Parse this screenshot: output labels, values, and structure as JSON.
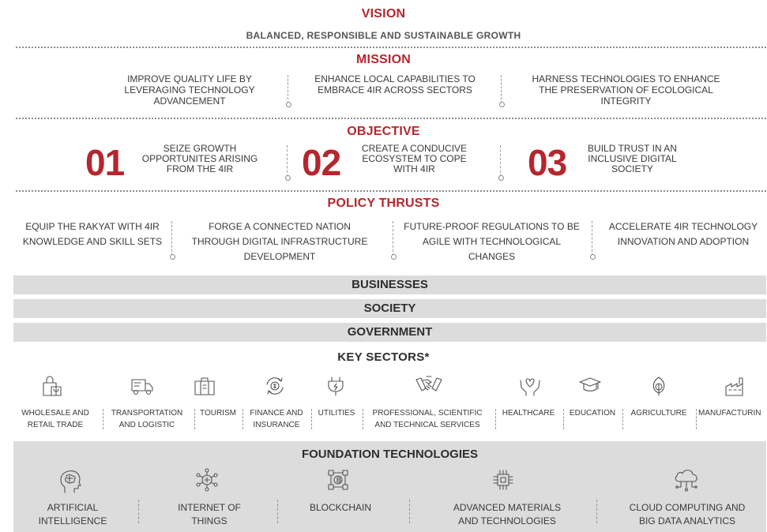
{
  "vision": {
    "heading": "VISION",
    "statement": "BALANCED, RESPONSIBLE AND SUSTAINABLE GROWTH"
  },
  "mission": {
    "heading": "MISSION",
    "items": [
      "IMPROVE QUALITY LIFE BY LEVERAGING TECHNOLOGY ADVANCEMENT",
      "ENHANCE LOCAL CAPABILITIES TO EMBRACE 4IR ACROSS SECTORS",
      "HARNESS TECHNOLOGIES TO ENHANCE THE PRESERVATION OF ECOLOGICAL INTEGRITY"
    ]
  },
  "objective": {
    "heading": "OBJECTIVE",
    "items": [
      {
        "number": "01",
        "text": "SEIZE GROWTH OPPORTUNITES ARISING FROM THE 4IR"
      },
      {
        "number": "02",
        "text": "CREATE A CONDUCIVE ECOSYSTEM TO COPE WITH 4IR"
      },
      {
        "number": "03",
        "text": "BUILD TRUST IN AN INCLUSIVE DIGITAL SOCIETY"
      }
    ]
  },
  "policy_thrusts": {
    "heading": "POLICY THRUSTS",
    "items": [
      "EQUIP THE RAKYAT WITH 4IR KNOWLEDGE AND SKILL SETS",
      "FORGE A CONNECTED NATION THROUGH DIGITAL INFRASTRUCTURE DEVELOPMENT",
      "FUTURE-PROOF REGULATIONS TO BE AGILE WITH TECHNOLOGICAL CHANGES",
      "ACCELERATE 4IR TECHNOLOGY INNOVATION AND ADOPTION"
    ]
  },
  "bands": [
    "BUSINESSES",
    "SOCIETY",
    "GOVERNMENT"
  ],
  "key_sectors": {
    "heading": "KEY SECTORS*",
    "items": [
      {
        "label_lines": [
          "WHOLESALE AND",
          "RETAIL TRADE"
        ],
        "icon": "shopping-bag-icon"
      },
      {
        "label_lines": [
          "TRANSPORTATION",
          "AND LOGISTIC"
        ],
        "icon": "truck-icon"
      },
      {
        "label_lines": [
          "TOURISM"
        ],
        "icon": "luggage-icon"
      },
      {
        "label_lines": [
          "FINANCE AND",
          "INSURANCE"
        ],
        "icon": "dollar-cycle-icon"
      },
      {
        "label_lines": [
          "UTILITIES"
        ],
        "icon": "power-plug-icon"
      },
      {
        "label_lines": [
          "PROFESSIONAL, SCIENTIFIC",
          "AND TECHNICAL SERVICES"
        ],
        "icon": "handshake-icon"
      },
      {
        "label_lines": [
          "HEALTHCARE"
        ],
        "icon": "heart-hands-icon"
      },
      {
        "label_lines": [
          "EDUCATION"
        ],
        "icon": "graduation-cap-icon"
      },
      {
        "label_lines": [
          "AGRICULTURE"
        ],
        "icon": "leaf-icon"
      },
      {
        "label_lines": [
          "MANUFACTURIN"
        ],
        "icon": "factory-icon"
      }
    ]
  },
  "foundation_technologies": {
    "heading": "FOUNDATION TECHNOLOGIES",
    "items": [
      {
        "label_lines": [
          "ARTIFICIAL",
          "INTELLIGENCE"
        ],
        "icon": "brain-head-icon"
      },
      {
        "label_lines": [
          "INTERNET OF",
          "THINGS"
        ],
        "icon": "iot-network-icon"
      },
      {
        "label_lines": [
          "BLOCKCHAIN"
        ],
        "icon": "blockchain-icon"
      },
      {
        "label_lines": [
          "ADVANCED MATERIALS",
          "AND TECHNOLOGIES"
        ],
        "icon": "chip-icon"
      },
      {
        "label_lines": [
          "CLOUD COMPUTING AND",
          "BIG DATA ANALYTICS"
        ],
        "icon": "cloud-icon"
      }
    ]
  },
  "colors": {
    "accent": "#b5262e",
    "band": "#dcdcdc",
    "text": "#3a3a3a"
  }
}
